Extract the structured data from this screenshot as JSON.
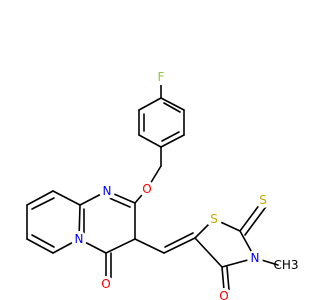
{
  "colors": {
    "background": "#ffffff",
    "bond": "#000000",
    "F": "#8fc641",
    "O": "#ff0000",
    "N": "#0000ff",
    "S": "#c9a800",
    "C": "#000000"
  },
  "atom_labels": {
    "fluorine": "F",
    "ether_oxygen": "O",
    "pyrimidine_nitrogen": "N",
    "bridgehead_nitrogen": "N",
    "pyrimidinone_oxygen": "O",
    "ring_sulfur": "S",
    "thione_sulfur": "S",
    "thiazolidine_nitrogen": "N",
    "thiazolidinone_oxygen": "O",
    "methyl_group": "CH3"
  }
}
